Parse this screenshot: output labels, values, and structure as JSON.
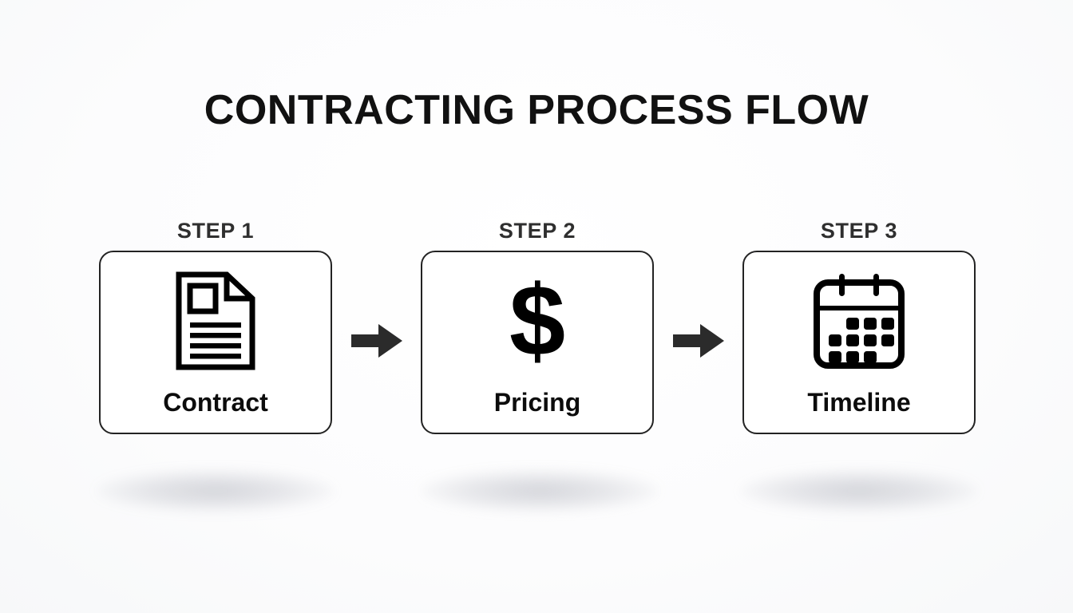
{
  "title": "CONTRACTING PROCESS FLOW",
  "colors": {
    "background": "#fdfdfd",
    "card_border": "#232323",
    "card_fill": "#ffffff",
    "title_text": "#111111",
    "step_label_text": "#2f2f2f",
    "card_title_text": "#0c0c0c",
    "arrow": "#2b2b2b"
  },
  "steps": [
    {
      "step_label": "STEP 1",
      "title": "Contract",
      "icon": "document-icon"
    },
    {
      "step_label": "STEP 2",
      "title": "Pricing",
      "icon": "dollar-sign-icon",
      "glyph": "$"
    },
    {
      "step_label": "STEP 3",
      "title": "Timeline",
      "icon": "calendar-icon"
    }
  ],
  "connectors": [
    {
      "icon": "arrow-right-icon"
    },
    {
      "icon": "arrow-right-icon"
    }
  ]
}
